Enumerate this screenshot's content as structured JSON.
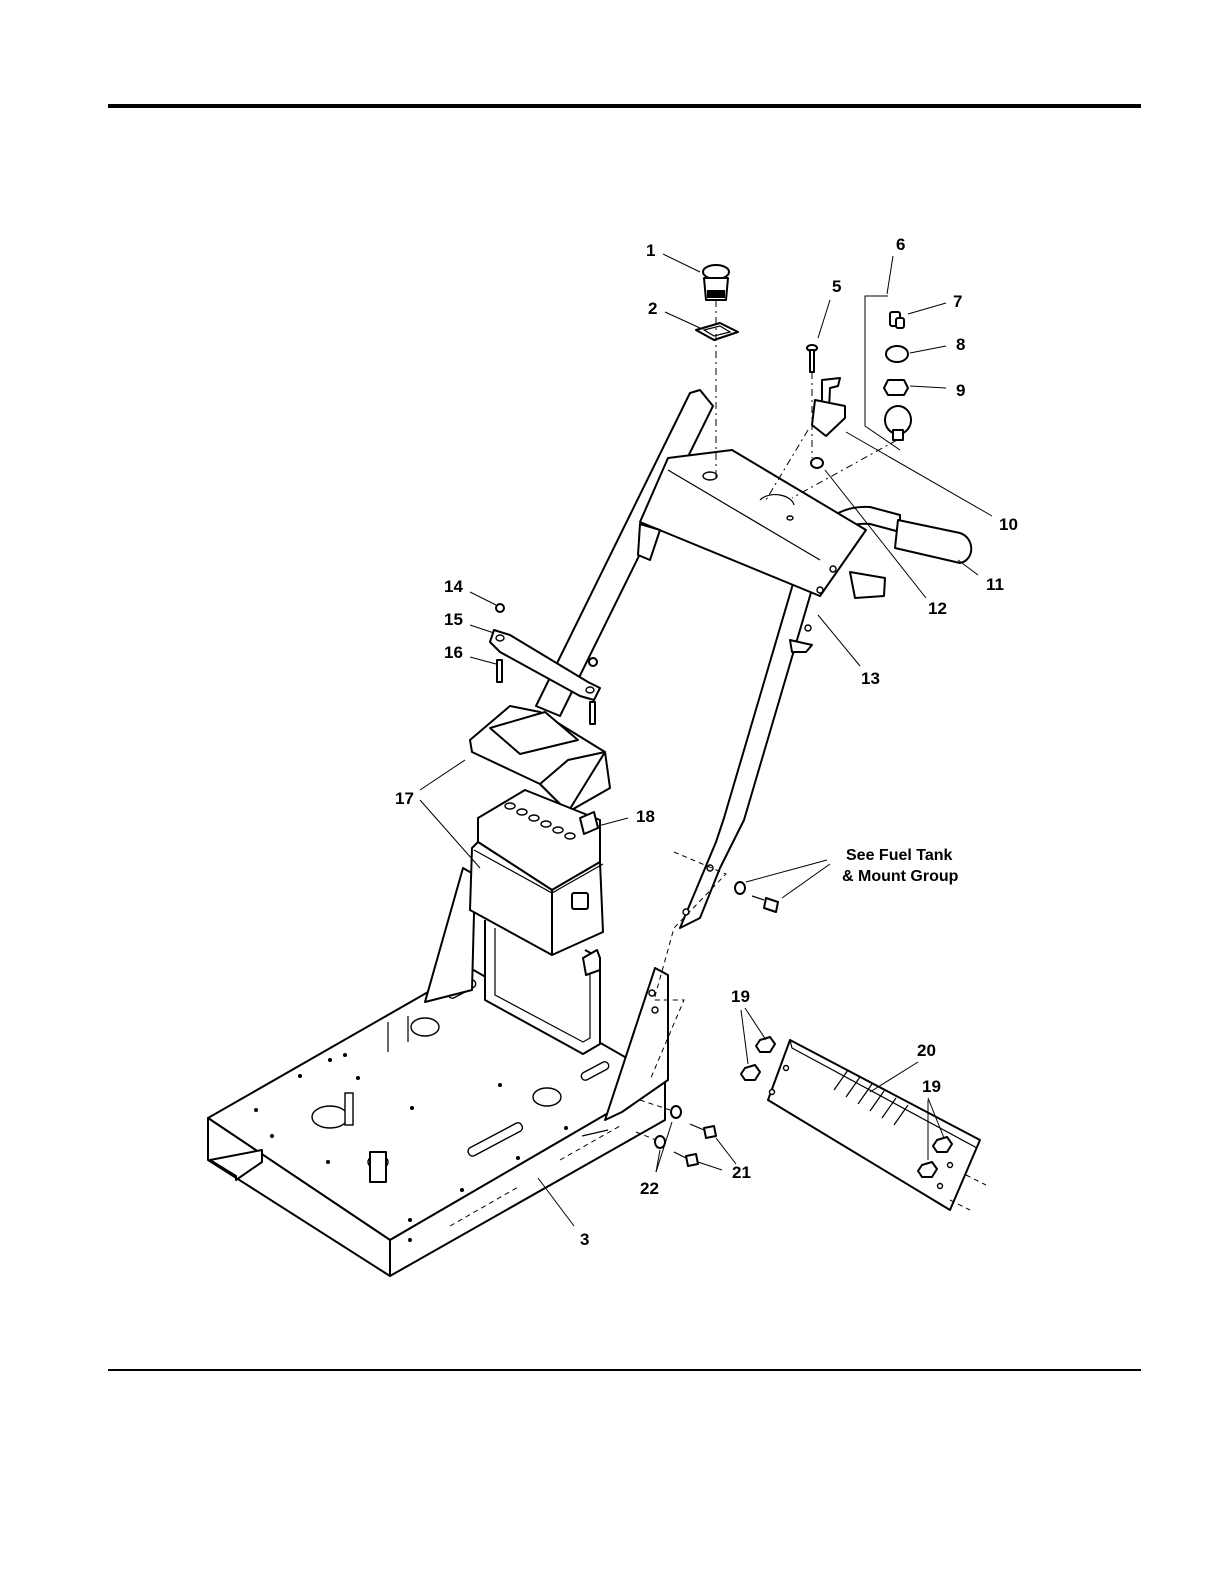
{
  "callouts": {
    "c1": "1",
    "c2": "2",
    "c3": "3",
    "c5": "5",
    "c6": "6",
    "c7": "7",
    "c8": "8",
    "c9": "9",
    "c10": "10",
    "c11": "11",
    "c12": "12",
    "c13": "13",
    "c14": "14",
    "c15": "15",
    "c16": "16",
    "c17": "17",
    "c18": "18",
    "c19a": "19",
    "c19b": "19",
    "c20": "20",
    "c21": "21",
    "c22": "22"
  },
  "note": {
    "line1": "See Fuel Tank",
    "line2": "& Mount Group"
  }
}
